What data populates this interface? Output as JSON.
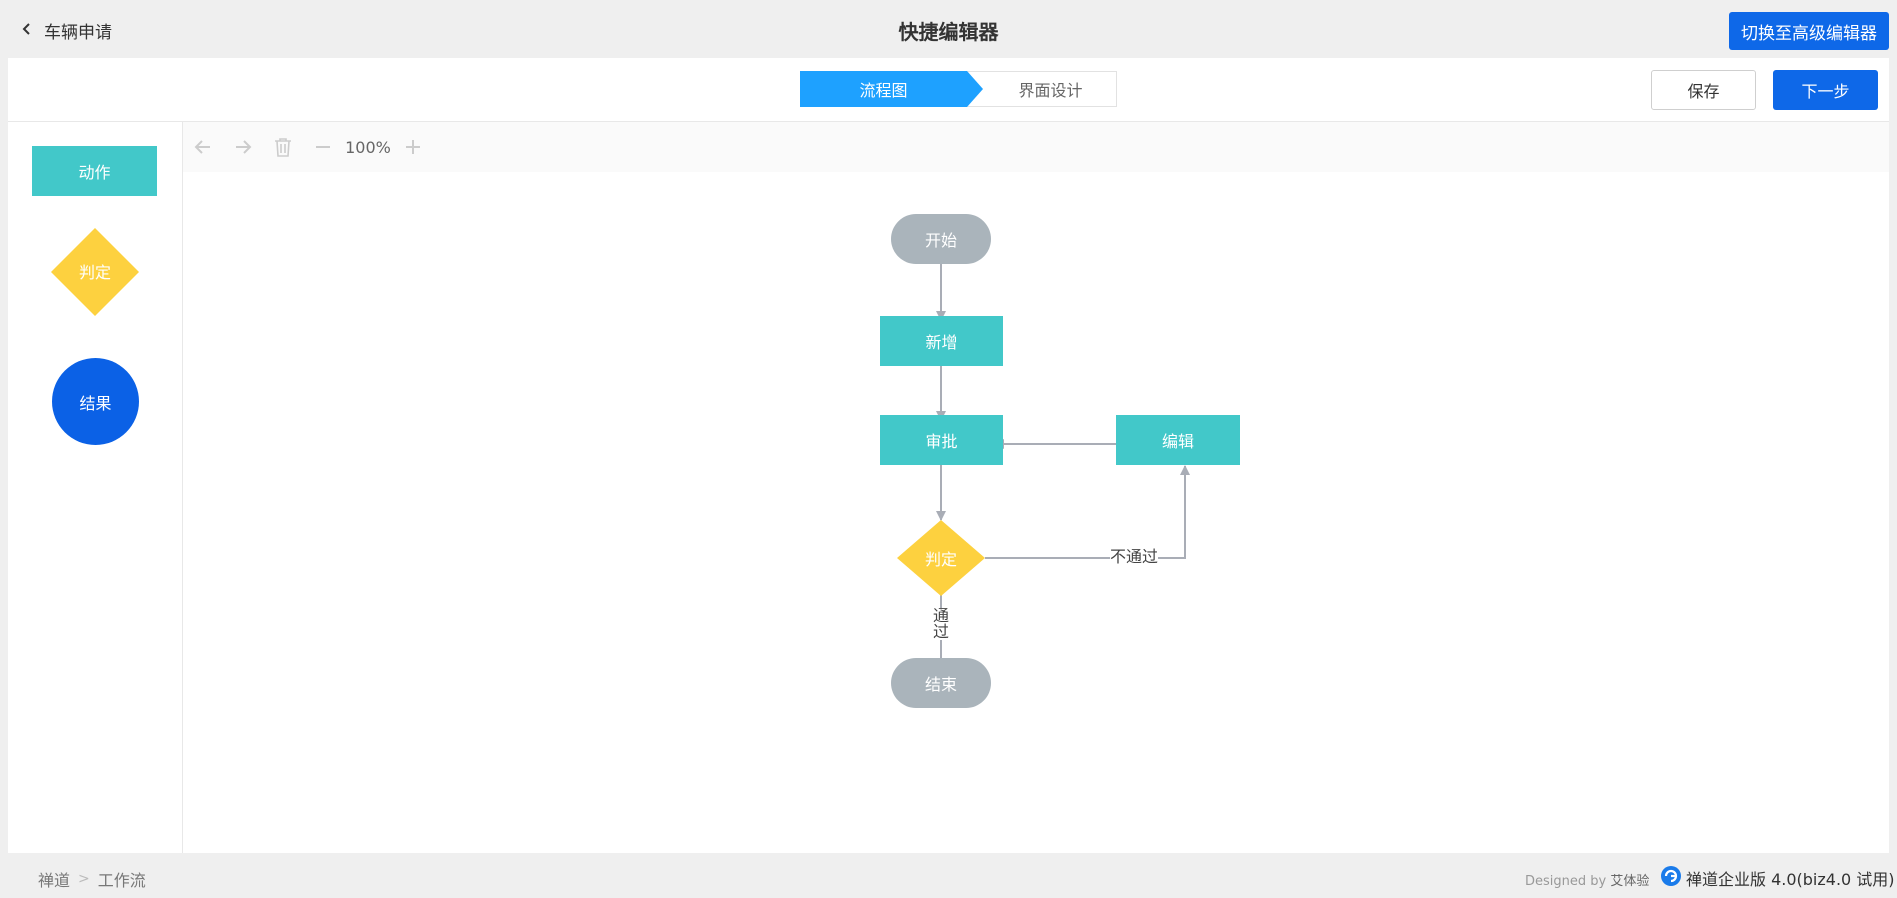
{
  "header": {
    "back_label": "车辆申请",
    "title": "快捷编辑器",
    "advanced_button": "切换至高级编辑器"
  },
  "steps": [
    {
      "label": "流程图",
      "active": true
    },
    {
      "label": "界面设计",
      "active": false
    }
  ],
  "actions": {
    "save": "保存",
    "next": "下一步"
  },
  "palette": {
    "action": "动作",
    "decision": "判定",
    "result": "结果"
  },
  "toolbar": {
    "zoom": "100%"
  },
  "flow": {
    "start": "开始",
    "add": "新增",
    "approve": "审批",
    "edit": "编辑",
    "decision": "判定",
    "end": "结束",
    "label_reject": "不通过",
    "label_pass_1": "通",
    "label_pass_2": "过"
  },
  "footer": {
    "crumb_1": "禅道",
    "crumb_sep": ">",
    "crumb_2": "工作流",
    "designed_prefix": "Designed by",
    "designed_by": "艾体验",
    "brand": "禅道企业版 4.0(biz4.0 试用)"
  },
  "colors": {
    "primary": "#0e68e8",
    "step_active": "#1ea1ff",
    "action_node": "#42c8c9",
    "decision_node": "#fdd13f",
    "result_node": "#0b61e6",
    "terminal_node": "#aab4bb",
    "edge": "#a9adb6"
  }
}
